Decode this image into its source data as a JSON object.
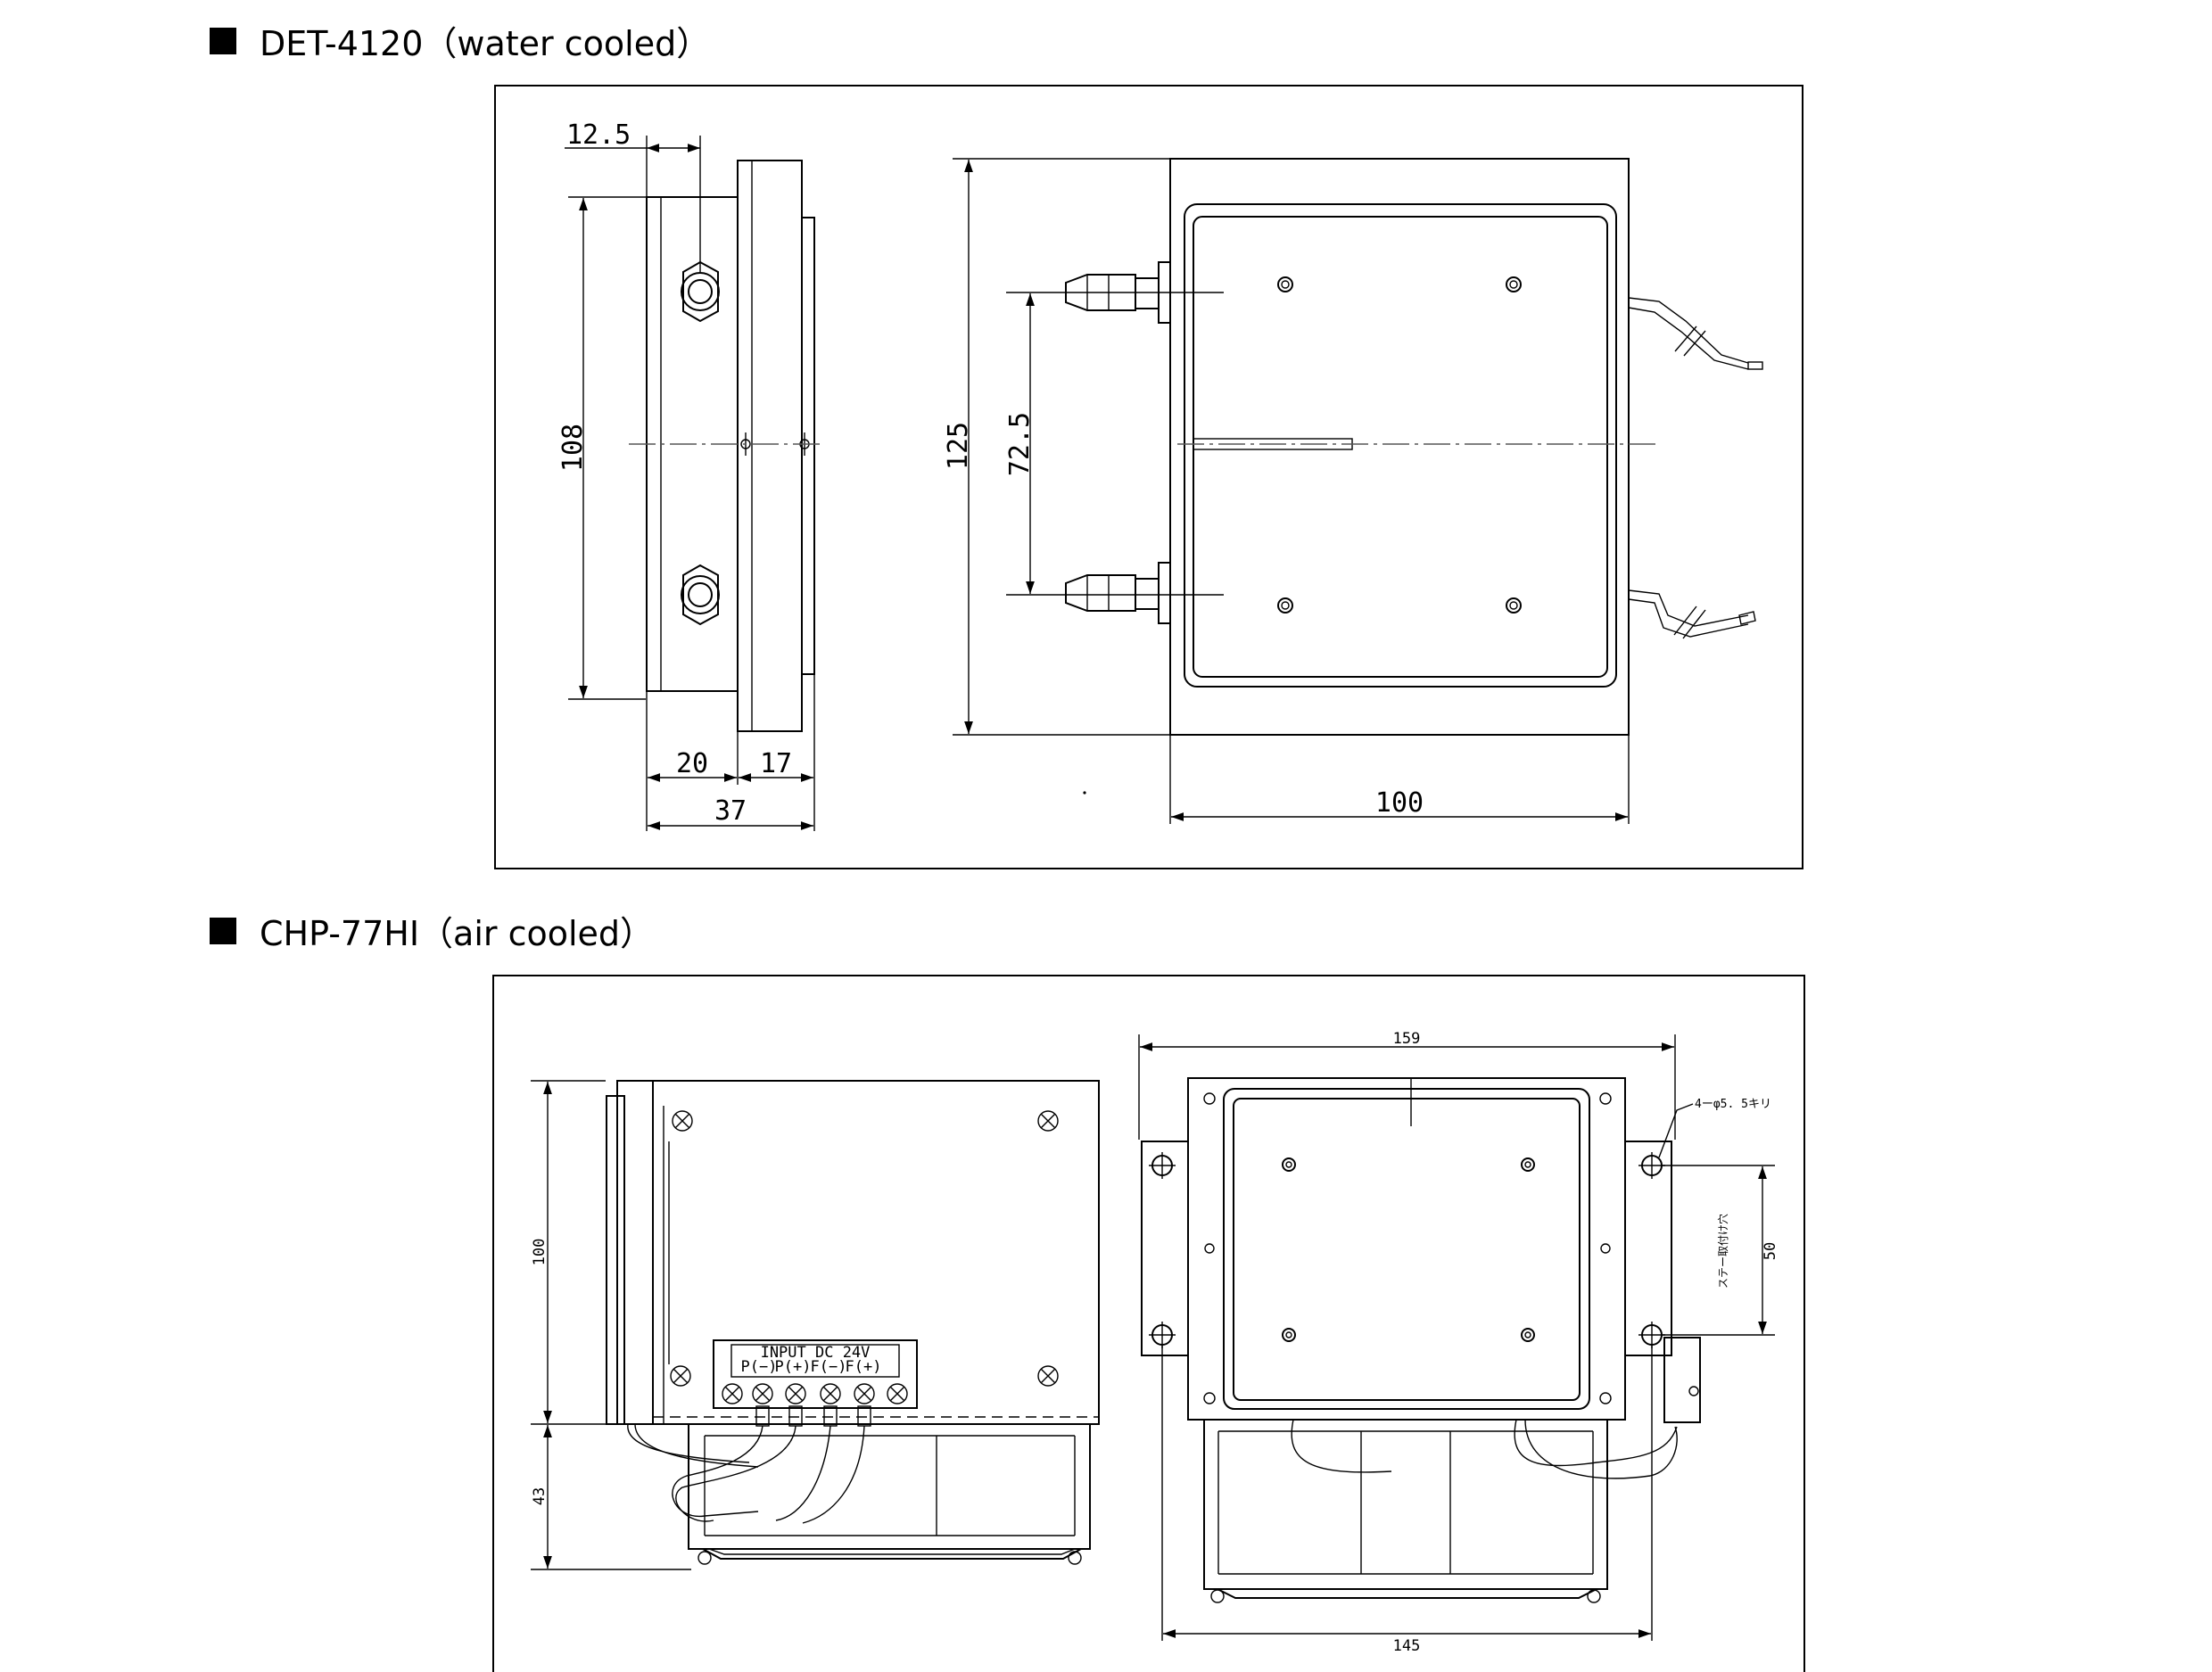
{
  "sections": [
    {
      "title": "DET-4120（water cooled）",
      "dimensions": {
        "d125_left": "12.5",
        "d108": "108",
        "d20": "20",
        "d17": "17",
        "d37": "37",
        "d125": "125",
        "d72_5": "72.5",
        "d100": "100"
      }
    },
    {
      "title": "CHP-77HI（air cooled）",
      "dimensions": {
        "d100": "100",
        "d43": "43",
        "d159": "159",
        "d145": "145",
        "d50": "50"
      },
      "terminal": {
        "caption": "INPUT DC 24V",
        "labels": [
          "P(−)",
          "P(+)",
          "F(−)",
          "F(+)"
        ]
      },
      "annotations": {
        "holes": "4ーφ5. 5キリ",
        "bracket": "ステー取付け穴"
      }
    }
  ]
}
